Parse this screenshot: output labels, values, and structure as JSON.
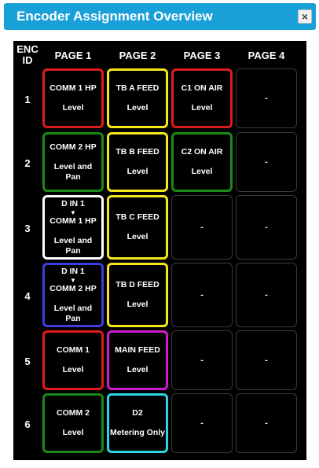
{
  "window": {
    "title": "Encoder Assignment Overview",
    "close_label": "×"
  },
  "headers": {
    "enc_id": "ENC ID",
    "pages": [
      "PAGE 1",
      "PAGE 2",
      "PAGE 3",
      "PAGE 4"
    ]
  },
  "rows": [
    {
      "id": "1",
      "cells": [
        {
          "lines": [
            "COMM 1 HP"
          ],
          "mode": "Level",
          "border": "#e01b1b"
        },
        {
          "lines": [
            "TB A FEED"
          ],
          "mode": "Level",
          "border": "#f5e71a"
        },
        {
          "lines": [
            "C1 ON AIR"
          ],
          "mode": "Level",
          "border": "#e01b1b"
        },
        {
          "lines": [
            "-"
          ],
          "mode": "",
          "border": ""
        }
      ]
    },
    {
      "id": "2",
      "cells": [
        {
          "lines": [
            "COMM 2 HP"
          ],
          "mode": "Level and Pan",
          "border": "#1b8a1b"
        },
        {
          "lines": [
            "TB B FEED"
          ],
          "mode": "Level",
          "border": "#f5e71a"
        },
        {
          "lines": [
            "C2 ON AIR"
          ],
          "mode": "Level",
          "border": "#1b8a1b"
        },
        {
          "lines": [
            "-"
          ],
          "mode": "",
          "border": ""
        }
      ]
    },
    {
      "id": "3",
      "cells": [
        {
          "lines": [
            "D IN 1",
            "COMM 1 HP"
          ],
          "mode": "Level and Pan",
          "border": "#ffffff"
        },
        {
          "lines": [
            "TB C FEED"
          ],
          "mode": "Level",
          "border": "#f5e71a"
        },
        {
          "lines": [
            "-"
          ],
          "mode": "",
          "border": ""
        },
        {
          "lines": [
            "-"
          ],
          "mode": "",
          "border": ""
        }
      ]
    },
    {
      "id": "4",
      "cells": [
        {
          "lines": [
            "D IN 1",
            "COMM 2 HP"
          ],
          "mode": "Level and Pan",
          "border": "#3d3de0"
        },
        {
          "lines": [
            "TB D FEED"
          ],
          "mode": "Level",
          "border": "#f5e71a"
        },
        {
          "lines": [
            "-"
          ],
          "mode": "",
          "border": ""
        },
        {
          "lines": [
            "-"
          ],
          "mode": "",
          "border": ""
        }
      ]
    },
    {
      "id": "5",
      "cells": [
        {
          "lines": [
            "COMM 1"
          ],
          "mode": "Level",
          "border": "#e01b1b"
        },
        {
          "lines": [
            "MAIN FEED"
          ],
          "mode": "Level",
          "border": "#d01ad0"
        },
        {
          "lines": [
            "-"
          ],
          "mode": "",
          "border": ""
        },
        {
          "lines": [
            "-"
          ],
          "mode": "",
          "border": ""
        }
      ]
    },
    {
      "id": "6",
      "cells": [
        {
          "lines": [
            "COMM 2"
          ],
          "mode": "Level",
          "border": "#1b8a1b"
        },
        {
          "lines": [
            "D2"
          ],
          "mode": "Metering Only",
          "border": "#29d6e6"
        },
        {
          "lines": [
            "-"
          ],
          "mode": "",
          "border": ""
        },
        {
          "lines": [
            "-"
          ],
          "mode": "",
          "border": ""
        }
      ]
    }
  ]
}
